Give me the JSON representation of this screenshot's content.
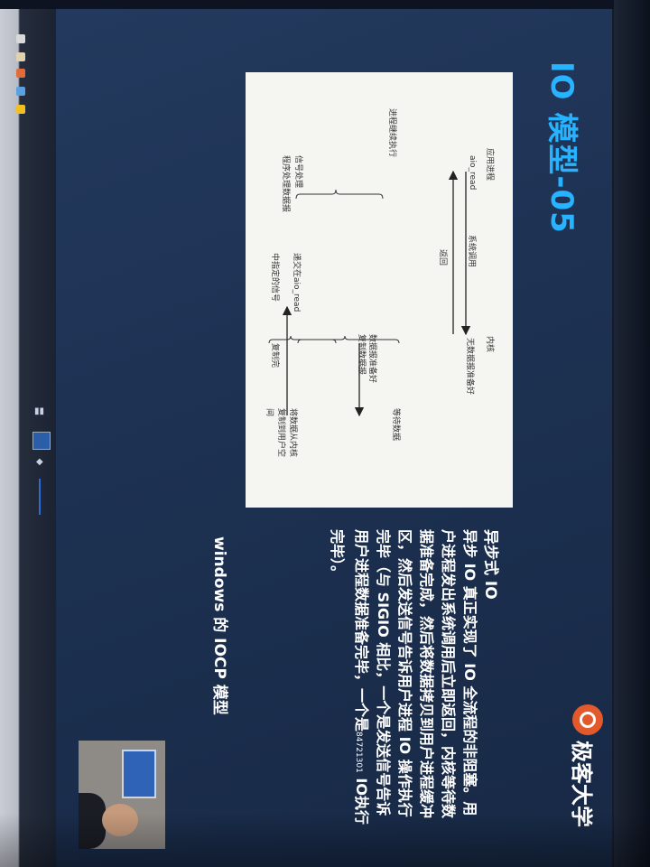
{
  "slide": {
    "title": "IO 模型-05",
    "brand": "极客大学",
    "section_heading": "异步式 IO",
    "paragraph": "异步 IO 真正实现了 IO 全流程的非阻塞。用户进程发出系统调用后立即返回，内核等待数据准备完成，然后将数据拷贝到用户进程缓冲区，然后发送信号告诉用户进程 IO 操作执行完毕（与 SIGIO 相比，一个是发送信号告诉用户进程数据准备完毕，一个是",
    "paragraph_tail_small": "84721301",
    "paragraph_tail": "IO执行完毕）。",
    "bottom_note": "windows 的 IOCP 模型"
  },
  "diagram": {
    "app_process": "应用进程",
    "kernel": "内核",
    "aio_read": "aio_read",
    "system_call": "系统调用",
    "no_data_ready": "无数据报准备好",
    "return": "返回",
    "wait_data": "等待数据",
    "process_continue": "进程继续执行",
    "data_ready": "数据报准备好",
    "copy_data": "复制数据报",
    "copy_kernel_user": "将数据从内核复制到用户空间",
    "signal_handler": "信号处理",
    "program_process": "程序处理数据报",
    "deliver_signal": "递交在aio_read",
    "specified_signal": "中指定的信号",
    "copy_done": "复制完"
  },
  "colors": {
    "title": "#27b3ff",
    "slide_bg": "#1d3152",
    "brand_logo": "#e25a2c"
  }
}
